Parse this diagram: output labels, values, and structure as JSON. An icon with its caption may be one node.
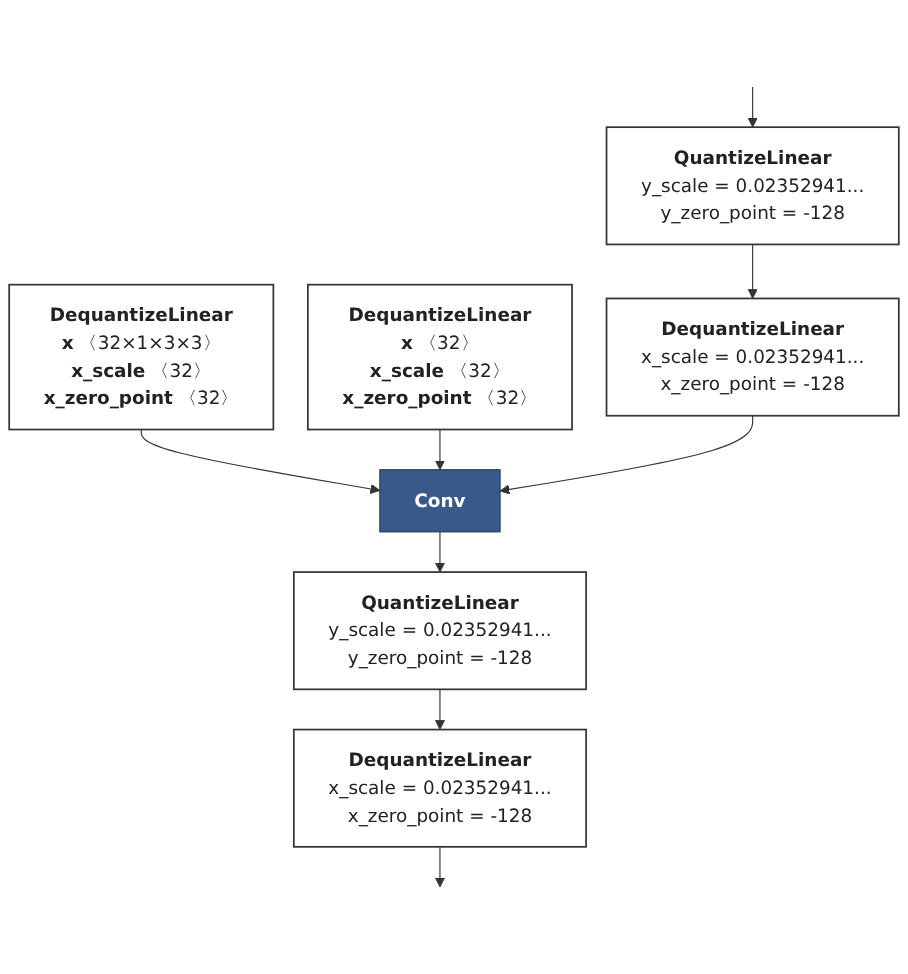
{
  "diagram": {
    "nodes": [
      {
        "text": [
          "DequantizeLinear",
          "**x** 〈32×1×3×3〉",
          "**x_scale** 〈32〉",
          "**x_zero_point** 〈32〉"
        ]
      },
      {
        "text": [
          "DequantizeLinear",
          "**x** 〈32〉",
          "**x_scale** 〈32〉",
          "**x_zero_point** 〈32〉"
        ]
      },
      {
        "text": [
          "QuantizeLinear",
          "y_scale = 0.02352941...",
          "y_zero_point = -128"
        ]
      },
      {
        "text": [
          "DequantizeLinear",
          "x_scale = 0.02352941...",
          "x_zero_point = -128"
        ]
      },
      {
        "text": [
          "Conv"
        ]
      },
      {
        "text": [
          "QuantizeLinear",
          "y_scale = 0.02352941...",
          "y_zero_point = -128"
        ]
      },
      {
        "text": [
          "DequantizeLinear",
          "x_scale = 0.02352941...",
          "x_zero_point = -128"
        ]
      }
    ],
    "edges": [
      {
        "from": null,
        "to": 2,
        "arrow": "to"
      },
      {
        "from": 2,
        "to": 3,
        "arrow": "to"
      },
      {
        "from": 0,
        "to": 4,
        "arrow": "to"
      },
      {
        "from": 1,
        "to": 4,
        "arrow": "to"
      },
      {
        "from": 3,
        "to": 4,
        "arrow": "to"
      },
      {
        "from": 4,
        "to": 5,
        "arrow": "to"
      },
      {
        "from": 5,
        "to": 6,
        "arrow": "to"
      },
      {
        "from": 6,
        "to": null,
        "arrow": "to"
      }
    ]
  }
}
